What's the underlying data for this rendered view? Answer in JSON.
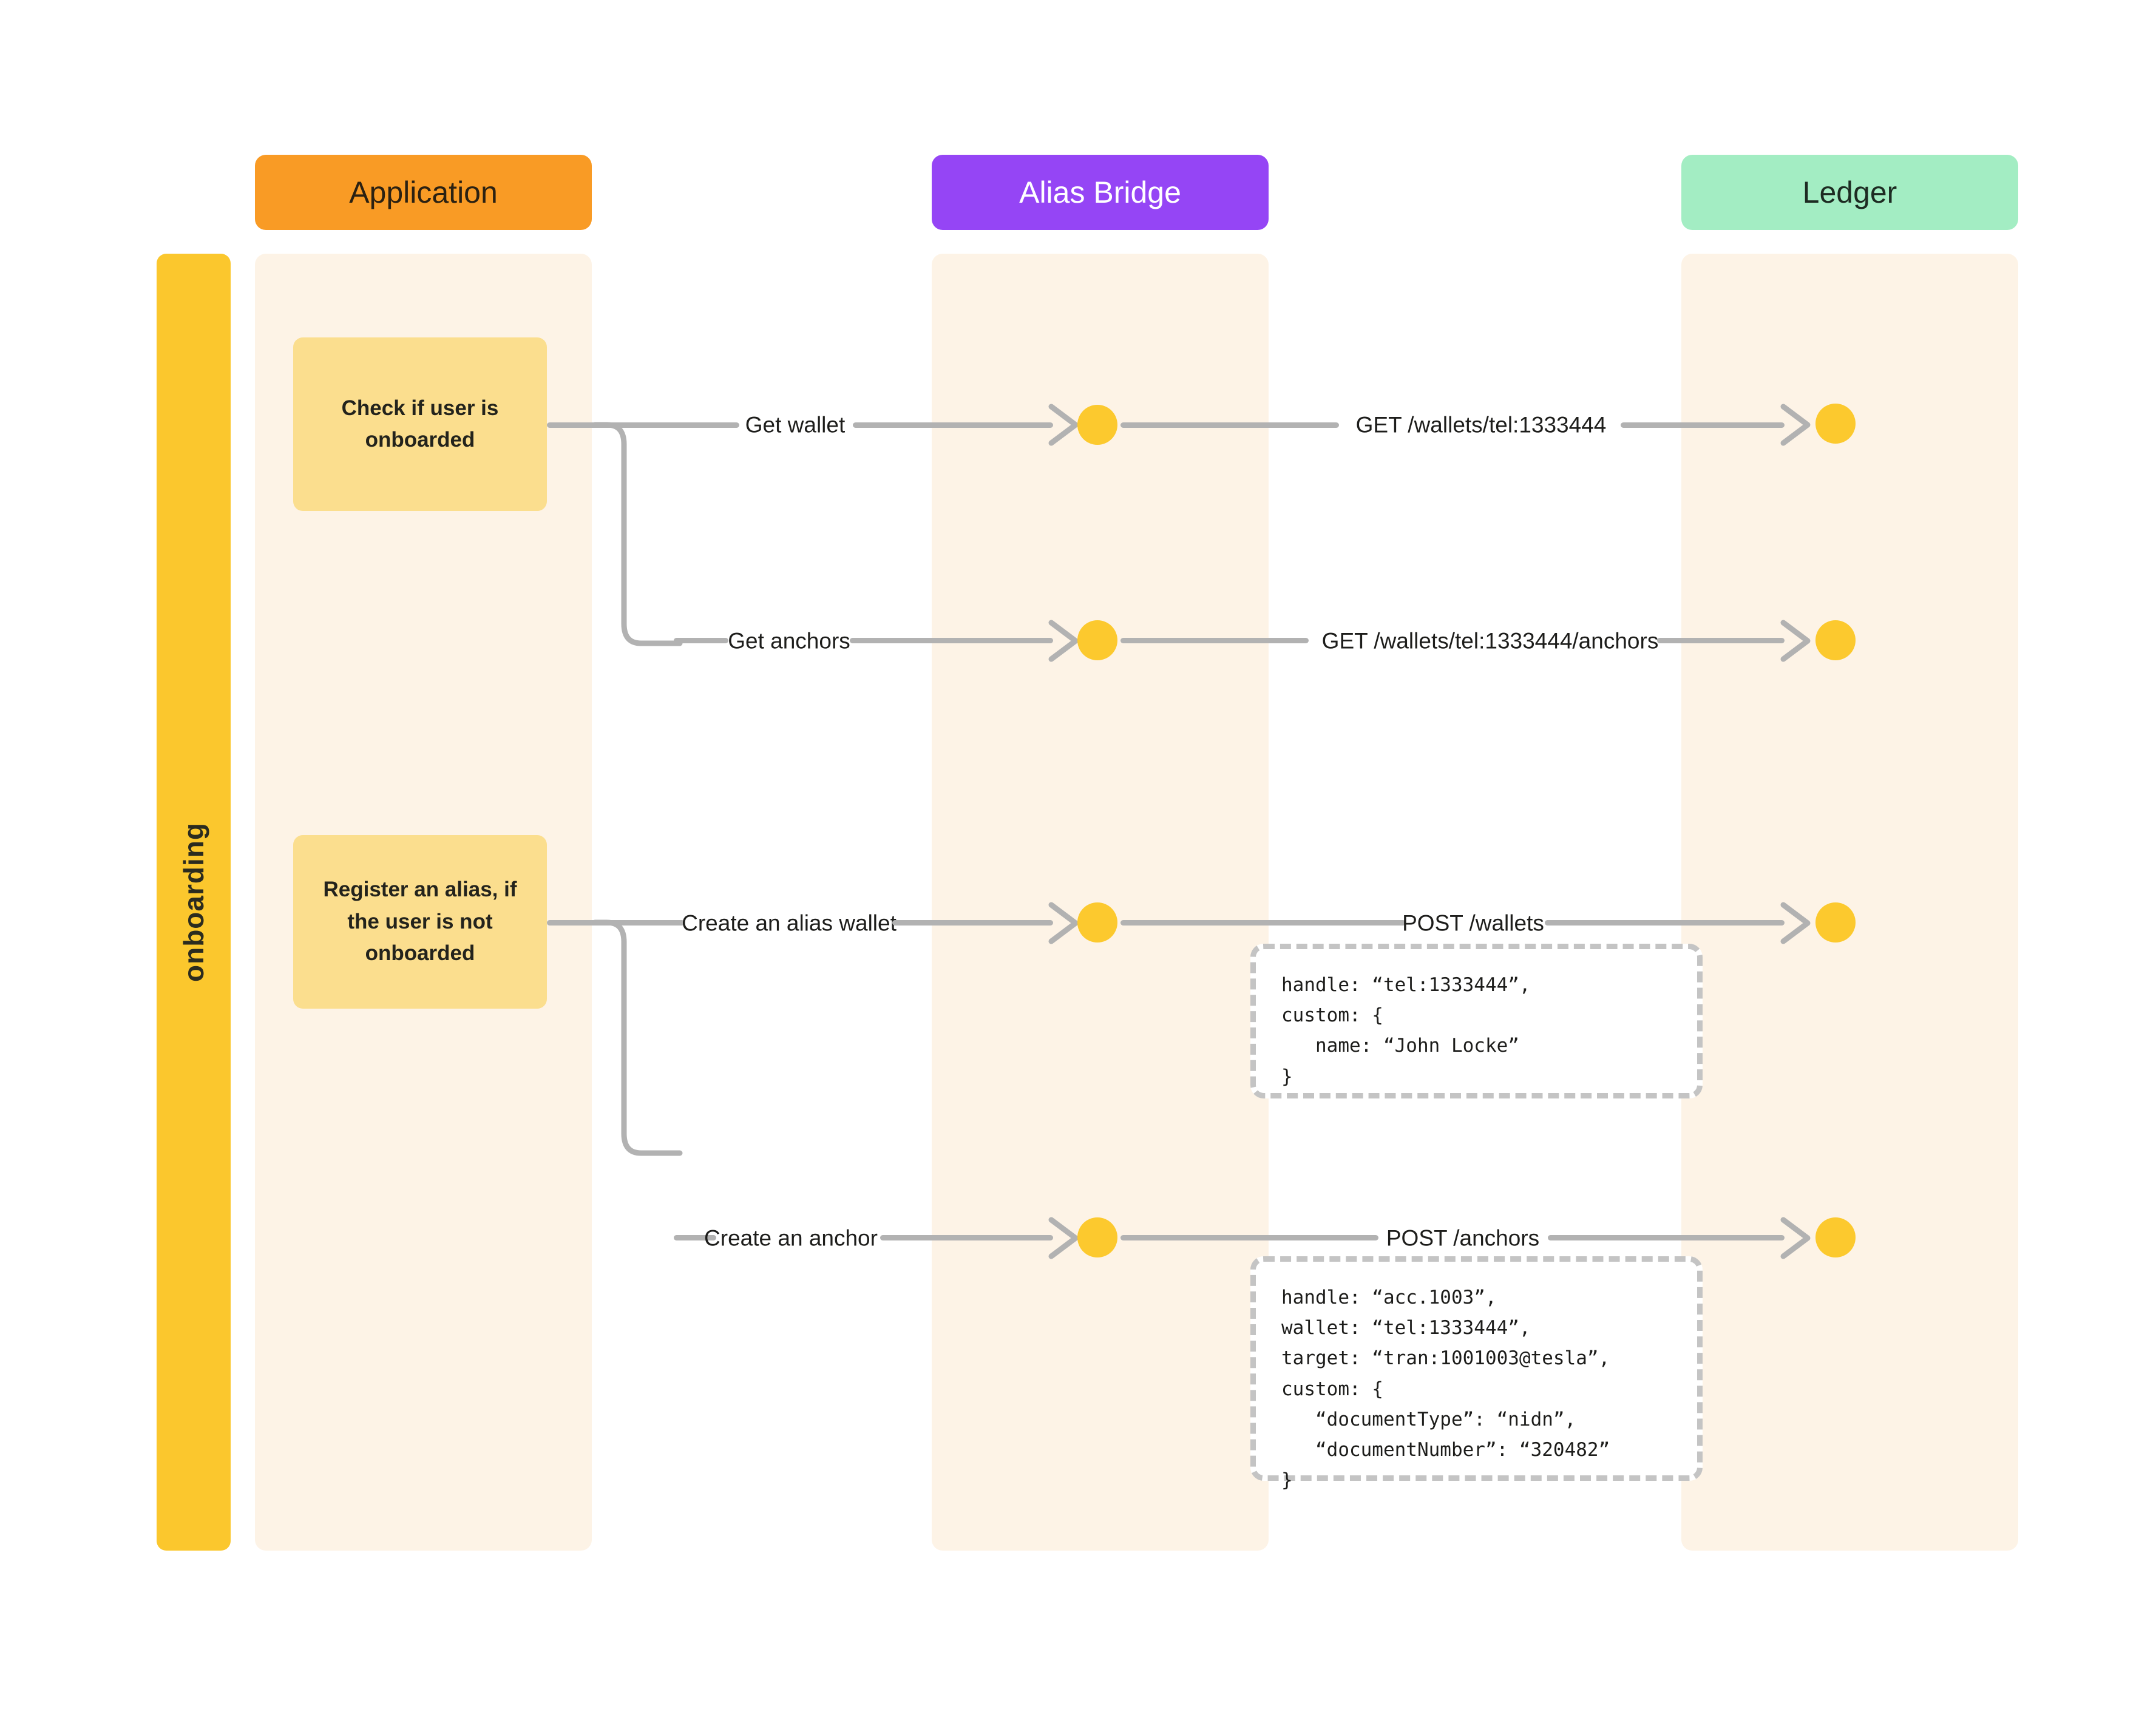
{
  "diagram": {
    "title": "onboarding",
    "phase_label": "onboarding",
    "lanes": [
      {
        "id": "application",
        "label": "Application",
        "color": "#F99B25",
        "text_color": "#2b2112"
      },
      {
        "id": "alias-bridge",
        "label": "Alias Bridge",
        "color": "#9545F5",
        "text_color": "#ffffff"
      },
      {
        "id": "ledger",
        "label": "Ledger",
        "color": "#A3EDC3",
        "text_color": "#1d2b22"
      }
    ],
    "notes": [
      {
        "id": "note-check",
        "text": "Check if user is onboarded"
      },
      {
        "id": "note-register",
        "text": "Register an alias, if the user is not onboarded"
      }
    ],
    "messages": [
      {
        "id": "msg-get-wallet",
        "left_label": "Get wallet",
        "right_label": "GET /wallets/tel:1333444"
      },
      {
        "id": "msg-get-anchors",
        "left_label": "Get anchors",
        "right_label": "GET /wallets/tel:1333444/anchors"
      },
      {
        "id": "msg-create-wallet",
        "left_label": "Create an alias wallet",
        "right_label": "POST /wallets"
      },
      {
        "id": "msg-create-anchor",
        "left_label": "Create an anchor",
        "right_label": "POST /anchors"
      }
    ],
    "code_boxes": [
      {
        "id": "payload-wallets",
        "code": "handle: “tel:1333444”,\ncustom: {\n   name: “John Locke”\n}"
      },
      {
        "id": "payload-anchors",
        "code": "handle: “acc.1003”,\nwallet: “tel:1333444”,\ntarget: “tran:1001003@tesla”,\ncustom: {\n   “documentType”: “nidn”,\n   “documentNumber”: “320482”\n}"
      }
    ],
    "colors": {
      "lane_band": "#FDF3E6",
      "phase_bar": "#FBC72D",
      "note": "#FBDE8E",
      "node": "#FCC92E",
      "connector": "#B2B2B2",
      "dashed": "#C4C4C4"
    }
  }
}
